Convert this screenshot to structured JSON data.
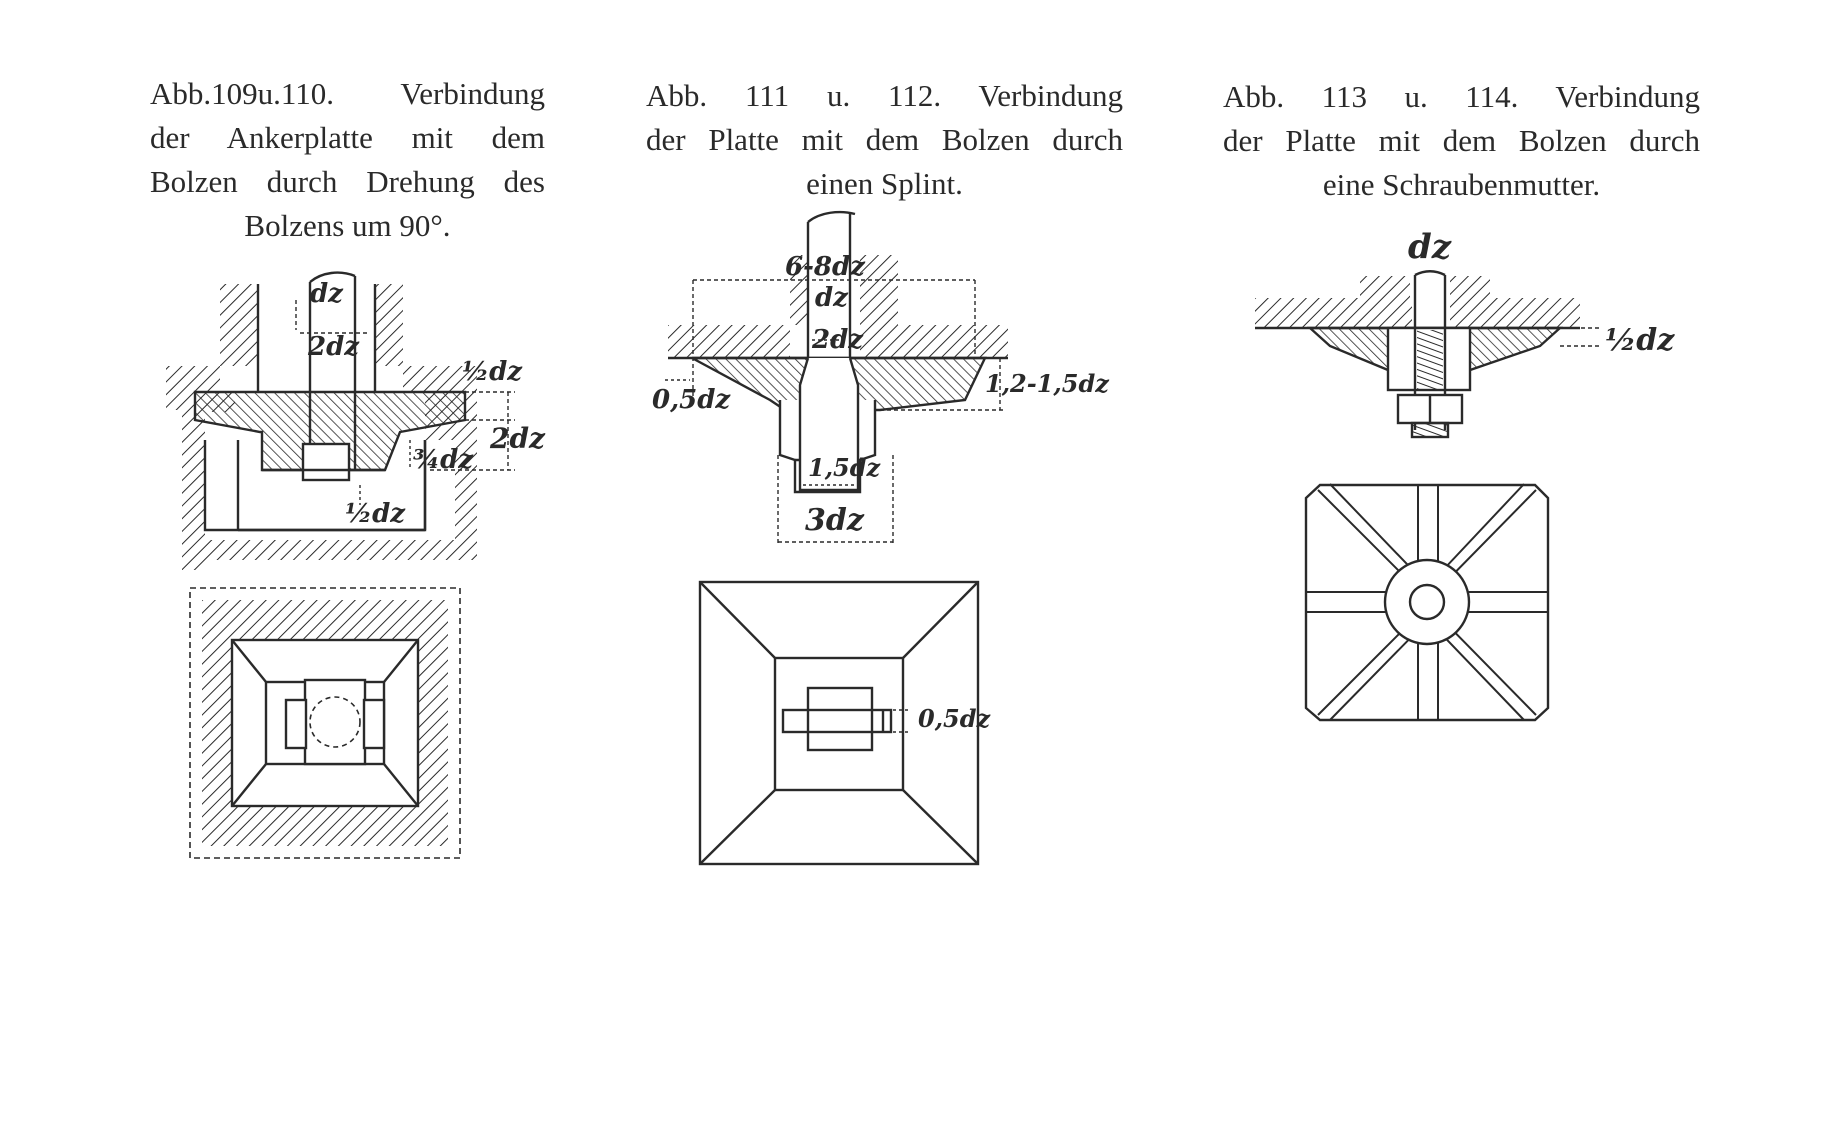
{
  "captions": {
    "fig109_110": {
      "lines": [
        "Abb.109u.110. Verbindung",
        "der Ankerplatte mit dem",
        "Bolzen durch Drehung des",
        "Bolzens um 90°."
      ]
    },
    "fig111_112": {
      "lines": [
        "Abb. 111 u. 112. Verbindung",
        "der Platte mit dem Bolzen durch",
        "einen Splint."
      ]
    },
    "fig113_114": {
      "lines": [
        "Abb. 113 u. 114. Verbindung",
        "der Platte mit dem Bolzen durch",
        "eine Schraubenmutter."
      ]
    }
  },
  "labels": {
    "f109_dz": "dz",
    "f109_2dz_top": "2dz",
    "f109_half_dz_right": "½dz",
    "f109_2dz_right": "2dz",
    "f109_three_quarter_dz": "¾dz",
    "f109_half_dz_bottom": "½dz",
    "f111_6_8dz": "6-8dz",
    "f111_dz": "dz",
    "f111_2dz": "2dz",
    "f111_0_5dz": "0,5dz",
    "f111_1_2_1_5dz": "1,2-1,5dz",
    "f111_1_5dz": "1,5dz",
    "f111_3dz": "3dz",
    "f112_0_5dz": "0,5dz",
    "f113_dz": "dz",
    "f113_half_dz": "½dz"
  },
  "colors": {
    "ink": "#2a2a2a",
    "paper": "#ffffff"
  }
}
